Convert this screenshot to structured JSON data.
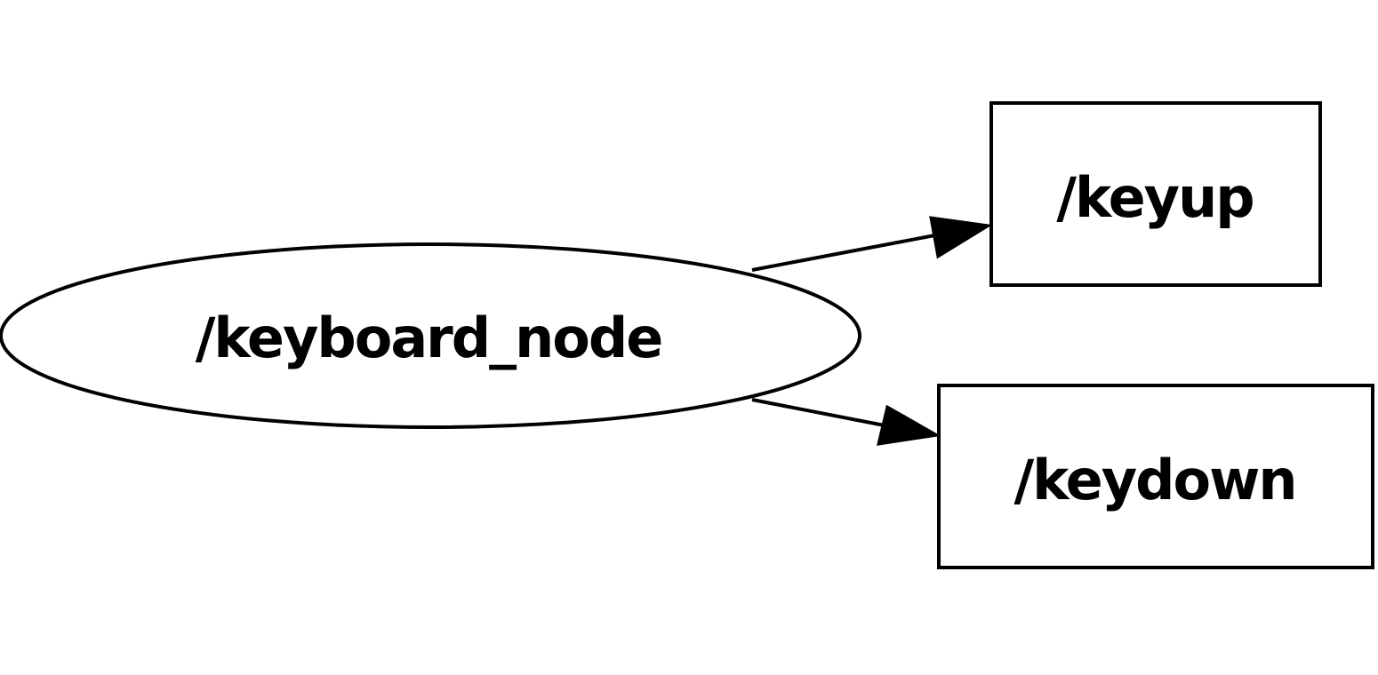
{
  "diagram": {
    "nodes": {
      "keyboard_node": {
        "label": "/keyboard_node",
        "shape": "ellipse"
      },
      "keyup": {
        "label": "/keyup",
        "shape": "box"
      },
      "keydown": {
        "label": "/keydown",
        "shape": "box"
      }
    },
    "edges": [
      {
        "from": "keyboard_node",
        "to": "keyup"
      },
      {
        "from": "keyboard_node",
        "to": "keydown"
      }
    ],
    "colors": {
      "stroke": "#000000",
      "fill": "#ffffff",
      "text": "#000000"
    }
  }
}
